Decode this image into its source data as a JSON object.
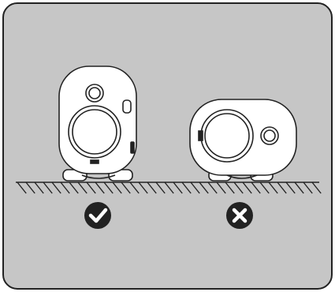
{
  "colors": {
    "panel_fill": "#c6c6c6",
    "outline": "#222222",
    "device_fill": "#ffffff",
    "badge_fill": "#222222",
    "badge_glyph": "#ffffff"
  },
  "placements": [
    {
      "orientation": "upright",
      "result": "correct",
      "icon": "checkmark-icon"
    },
    {
      "orientation": "lying-on-side",
      "result": "incorrect",
      "icon": "cross-icon"
    }
  ]
}
